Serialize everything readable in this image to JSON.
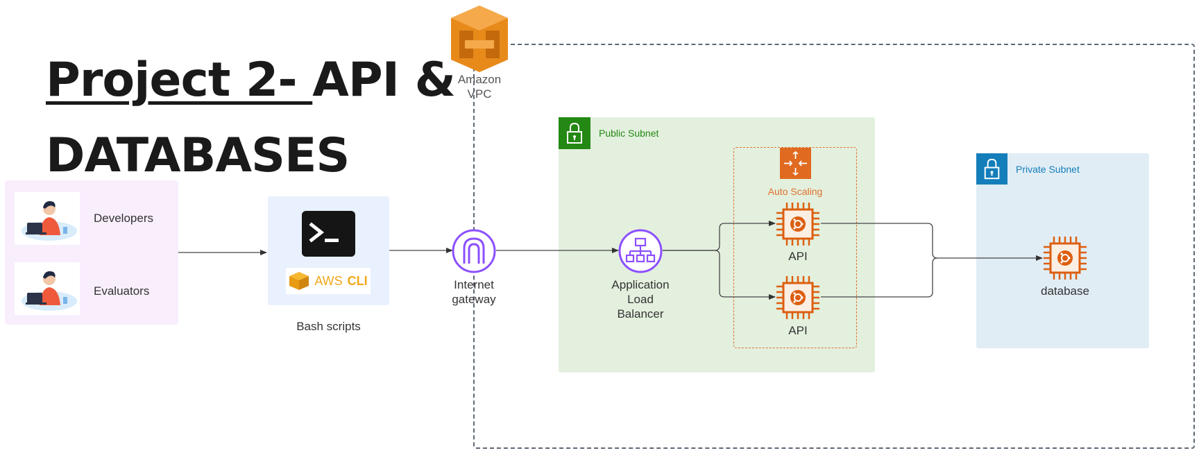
{
  "title": {
    "part_underlined": "Project 2- ",
    "part_plain": "API &",
    "line2": "DATABASES"
  },
  "users": {
    "developers": "Developers",
    "evaluators": "Evaluators"
  },
  "cli": {
    "aws_prefix": "AWS",
    "cli_text": "CLI",
    "caption": "Bash scripts"
  },
  "vpc": {
    "line1": "Amazon",
    "line2": "VPC"
  },
  "gateway": {
    "line1": "Internet",
    "line2": "gateway"
  },
  "public_subnet": {
    "label": "Public Subnet"
  },
  "alb": {
    "line1": "Application",
    "line2": "Load",
    "line3": "Balancer"
  },
  "auto_scaling": {
    "label": "Auto Scaling"
  },
  "api_nodes": [
    {
      "label": "API"
    },
    {
      "label": "API"
    }
  ],
  "private_subnet": {
    "label": "Private Subnet"
  },
  "database": {
    "label": "database"
  },
  "colors": {
    "vpc_orange": "#e88a1a",
    "public_green": "#248814",
    "private_blue": "#147eba",
    "auto_scaling_orange": "#e0712d",
    "network_purple": "#8c4fff",
    "compute_orange": "#dd5e0f"
  }
}
